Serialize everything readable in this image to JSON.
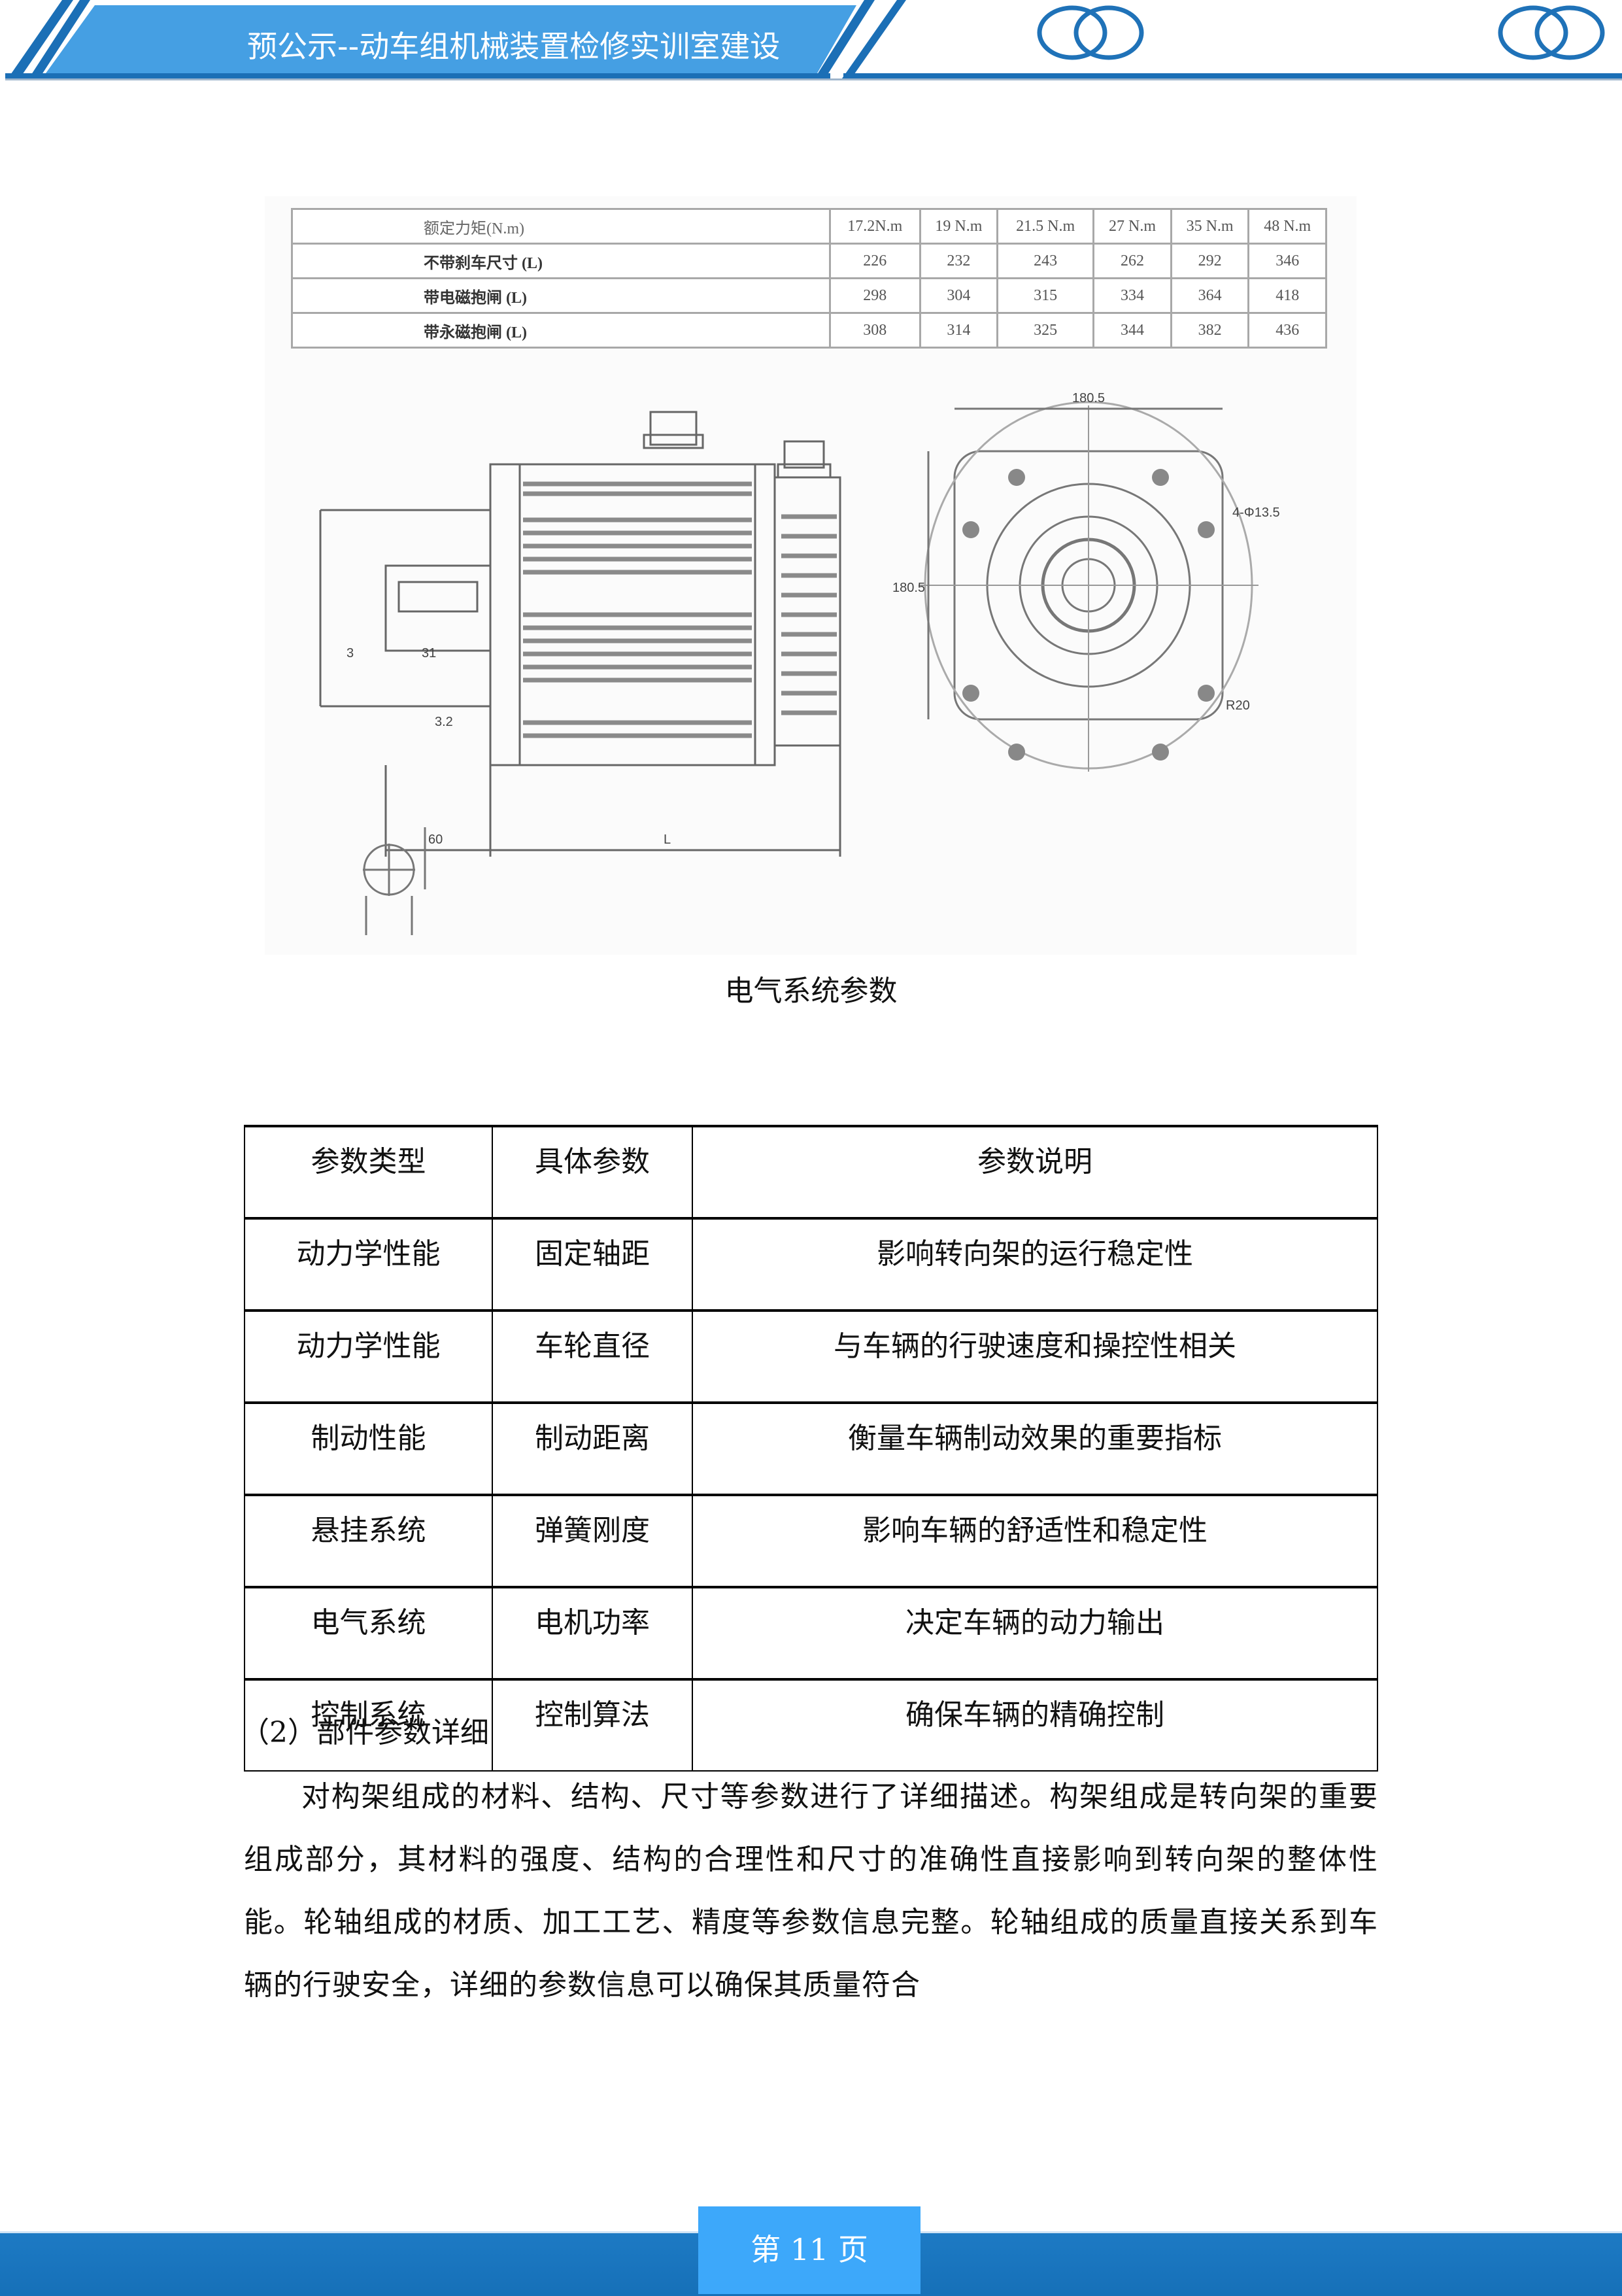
{
  "header": {
    "title": "预公示--动车组机械装置检修实训室建设",
    "colors": {
      "band": "#459fe3",
      "stripe": "#1b6fb6",
      "logo": "#1f72b8"
    },
    "logos": [
      "double-ring-logo",
      "double-ring-logo"
    ]
  },
  "figure": {
    "spec_table": {
      "header": [
        "额定力矩(N.m)",
        "17.2N.m",
        "19 N.m",
        "21.5 N.m",
        "27 N.m",
        "35 N.m",
        "48 N.m"
      ],
      "rows": [
        {
          "label": "不带刹车尺寸 (L)",
          "values": [
            "226",
            "232",
            "243",
            "262",
            "292",
            "346"
          ]
        },
        {
          "label": "带电磁抱闸 (L)",
          "values": [
            "298",
            "304",
            "315",
            "334",
            "364",
            "418"
          ]
        },
        {
          "label": "带永磁抱闸 (L)",
          "values": [
            "308",
            "314",
            "325",
            "344",
            "382",
            "436"
          ]
        }
      ]
    },
    "drawing_labels": {
      "shaft_len": "3",
      "key_len": "31",
      "flange_step": "3.2",
      "shaft_total": "60",
      "body_len": "L",
      "flange_width": "180.5",
      "flange_height": "180.5",
      "hole_callout": "4-Φ13.5",
      "corner_radius": "R20"
    },
    "caption": "电气系统参数"
  },
  "param_table": {
    "headers": [
      "参数类型",
      "具体参数",
      "参数说明"
    ],
    "rows": [
      [
        "动力学性能",
        "固定轴距",
        "影响转向架的运行稳定性"
      ],
      [
        "动力学性能",
        "车轮直径",
        "与车辆的行驶速度和操控性相关"
      ],
      [
        "制动性能",
        "制动距离",
        "衡量车辆制动效果的重要指标"
      ],
      [
        "悬挂系统",
        "弹簧刚度",
        "影响车辆的舒适性和稳定性"
      ],
      [
        "电气系统",
        "电机功率",
        "决定车辆的动力输出"
      ],
      [
        "控制系统",
        "控制算法",
        "确保车辆的精确控制"
      ]
    ]
  },
  "section": {
    "heading": "（2）部件参数详细",
    "paragraph": "对构架组成的材料、结构、尺寸等参数进行了详细描述。构架组成是转向架的重要组成部分，其材料的强度、结构的合理性和尺寸的准确性直接影响到转向架的整体性能。轮轴组成的材质、加工工艺、精度等参数信息完整。轮轴组成的质量直接关系到车辆的行驶安全，详细的参数信息可以确保其质量符合"
  },
  "footer": {
    "page_label": "第 11 页",
    "colors": {
      "band": "#1a75bf",
      "tab": "#3da8fa"
    }
  }
}
